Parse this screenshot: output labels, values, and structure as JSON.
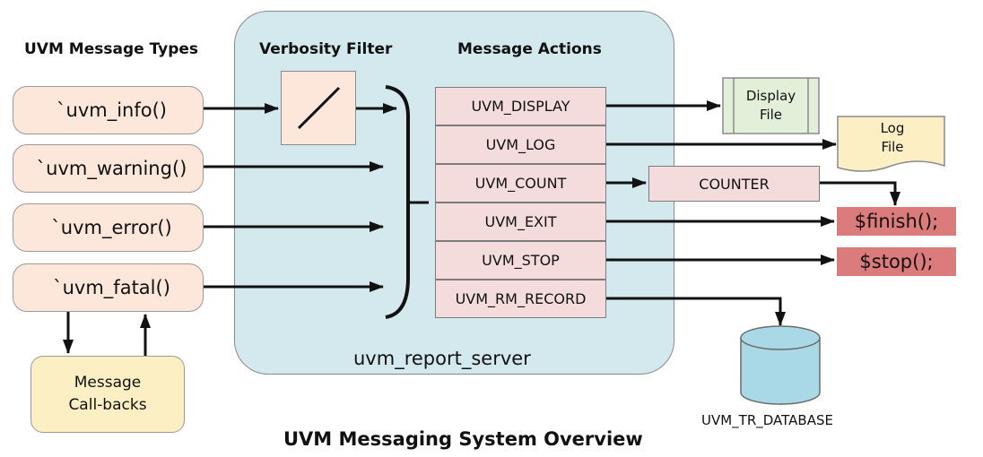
{
  "headings": {
    "message_types": "UVM Message Types",
    "verbosity_filter": "Verbosity Filter",
    "message_actions": "Message Actions"
  },
  "macros": [
    "`uvm_info()",
    "`uvm_warning()",
    "`uvm_error()",
    "`uvm_fatal()"
  ],
  "callbacks_label": [
    "Message",
    "Call-backs"
  ],
  "server_label": "uvm_report_server",
  "actions": [
    "UVM_DISPLAY",
    "UVM_LOG",
    "UVM_COUNT",
    "UVM_EXIT",
    "UVM_STOP",
    "UVM_RM_RECORD"
  ],
  "counter_label": "COUNTER",
  "display_file": [
    "Display",
    "File"
  ],
  "log_file": [
    "Log",
    "File"
  ],
  "finish_label": "$finish();",
  "stop_label": "$stop();",
  "database_label": "UVM_TR_DATABASE",
  "title": "UVM Messaging System Overview",
  "colors": {
    "macro_fill": "#fde6da",
    "server_fill": "#d4e9ee",
    "action_fill": "#f5dcdc",
    "syscall_fill": "#db7b7b",
    "display_file_fill": "#e2efd9",
    "log_file_fill": "#fdefc4",
    "database_fill": "#a9d8e6"
  }
}
